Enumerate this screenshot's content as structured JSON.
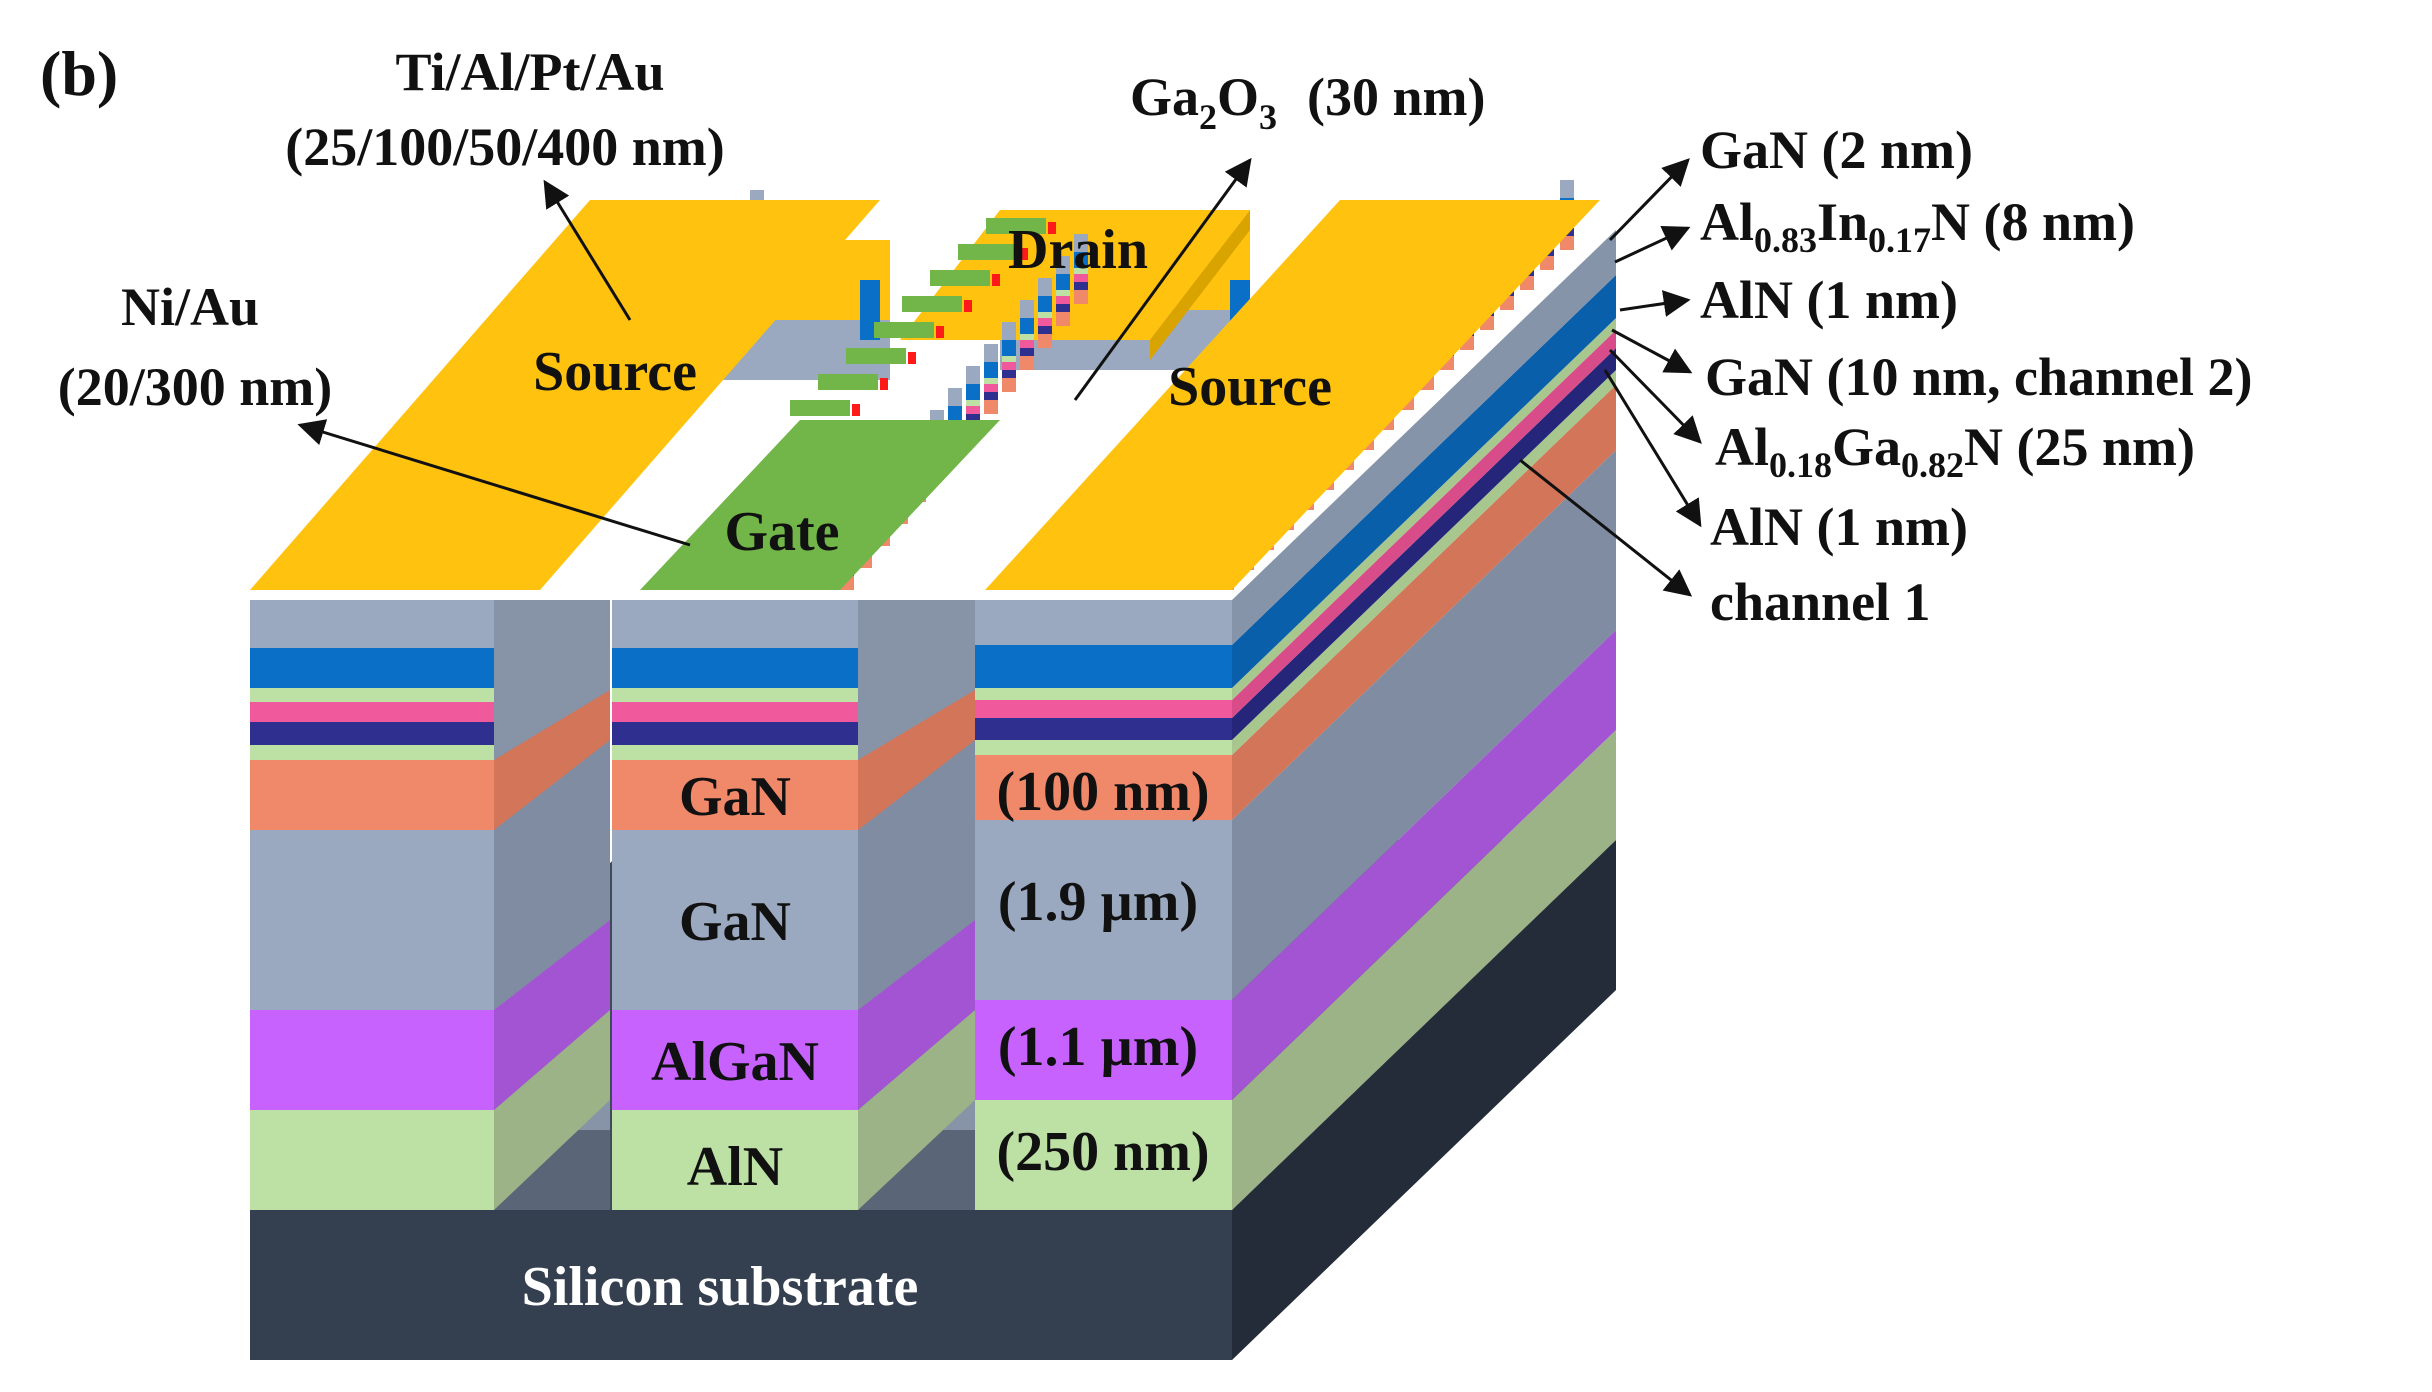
{
  "panel_label": "(b)",
  "colors": {
    "gold": "#FFC20E",
    "gray": "#9AA9C0",
    "blue": "#0A6FC6",
    "light_green": "#BDE0A5",
    "pink": "#F05A9C",
    "navy": "#2E2F8E",
    "salmon": "#F0896A",
    "violet": "#C762FF",
    "aln_green": "#B9D9A0",
    "substrate": "#343F4F",
    "gate_green": "#72B548",
    "oxide_red": "#FF1A1A",
    "white_text": "#FFFFFF",
    "black_text": "#111111"
  },
  "top_labels": {
    "source_metal_line1": "Ti/Al/Pt/Au",
    "source_metal_line2": "(25/100/50/400 nm)",
    "oxide_base": "Ga",
    "oxide_sub1": "2",
    "oxide_mid": "O",
    "oxide_sub2": "3",
    "oxide_thickness": "(30 nm)",
    "gate_metal_line1": "Ni/Au",
    "gate_metal_line2": "(20/300 nm)"
  },
  "contacts": {
    "source_left": "Source",
    "drain": "Drain",
    "source_right": "Source",
    "gate": "Gate"
  },
  "right_labels": {
    "gan_cap": "GaN  (2 nm)",
    "barrier_pre": "Al",
    "barrier_sub1": "0.83",
    "barrier_mid": "In",
    "barrier_sub2": "0.17",
    "barrier_post": "N  (8 nm)",
    "aln_spacer_1": "AlN  (1 nm)",
    "gan_channel2": "GaN  (10 nm, channel 2)",
    "algan_pre": "Al",
    "algan_sub1": "0.18",
    "algan_mid": "Ga",
    "algan_sub2": "0.82",
    "algan_post": "N  (25 nm)",
    "aln_spacer_2": "AlN  (1 nm)",
    "channel1": "channel 1"
  },
  "layers": {
    "gan_100": "GaN",
    "gan_100_thickness": "(100 nm)",
    "gan_buffer": "GaN",
    "gan_buffer_thickness": "(1.9 µm)",
    "algan_buffer": "AlGaN",
    "algan_buffer_thickness": "(1.1 µm)",
    "aln_nucleation": "AlN",
    "aln_nucleation_thickness": "(250 nm)",
    "substrate": "Silicon substrate"
  }
}
